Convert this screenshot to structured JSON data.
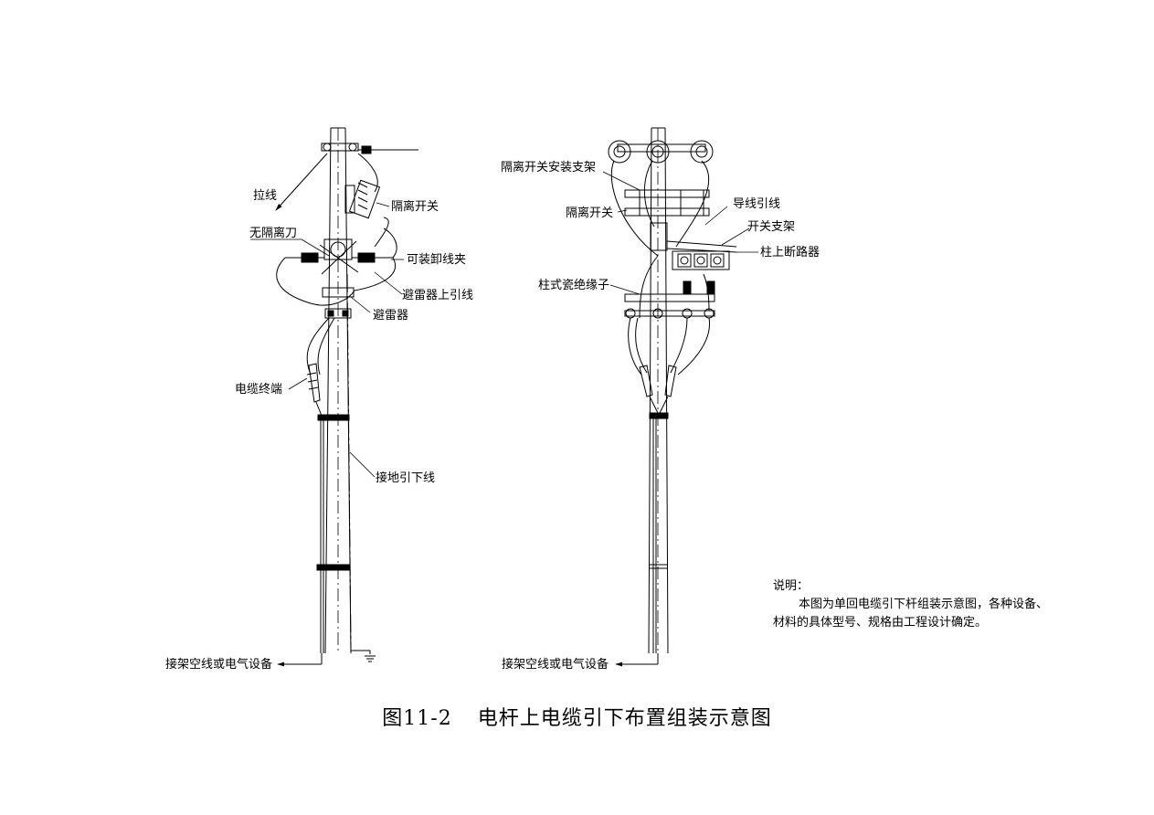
{
  "left_labels": {
    "guy_wire": "拉线",
    "isolating_switch": "隔离开关",
    "no_isolating_blade": "无隔离刀",
    "detachable_clamp": "可装卸线夹",
    "arrester_lead": "避雷器上引线",
    "arrester": "避雷器",
    "cable_terminal": "电缆终端",
    "ground_down_lead": "接地引下线",
    "to_overhead": "接架空线或电气设备"
  },
  "right_labels": {
    "switch_bracket": "隔离开关安装支架",
    "isolating_switch": "隔离开关",
    "conductor_lead": "导线引线",
    "switch_support": "开关支架",
    "pole_breaker": "柱上断路器",
    "post_insulator": "柱式瓷绝缘子",
    "to_overhead": "接架空线或电气设备"
  },
  "note": {
    "title": "说明：",
    "line1": "本图为单回电缆引下杆组装示意图，各种设备、",
    "line2": "材料的具体型号、规格由工程设计确定。"
  },
  "caption": {
    "figure_no": "图11-2",
    "title": "电杆上电缆引下布置组装示意图"
  }
}
